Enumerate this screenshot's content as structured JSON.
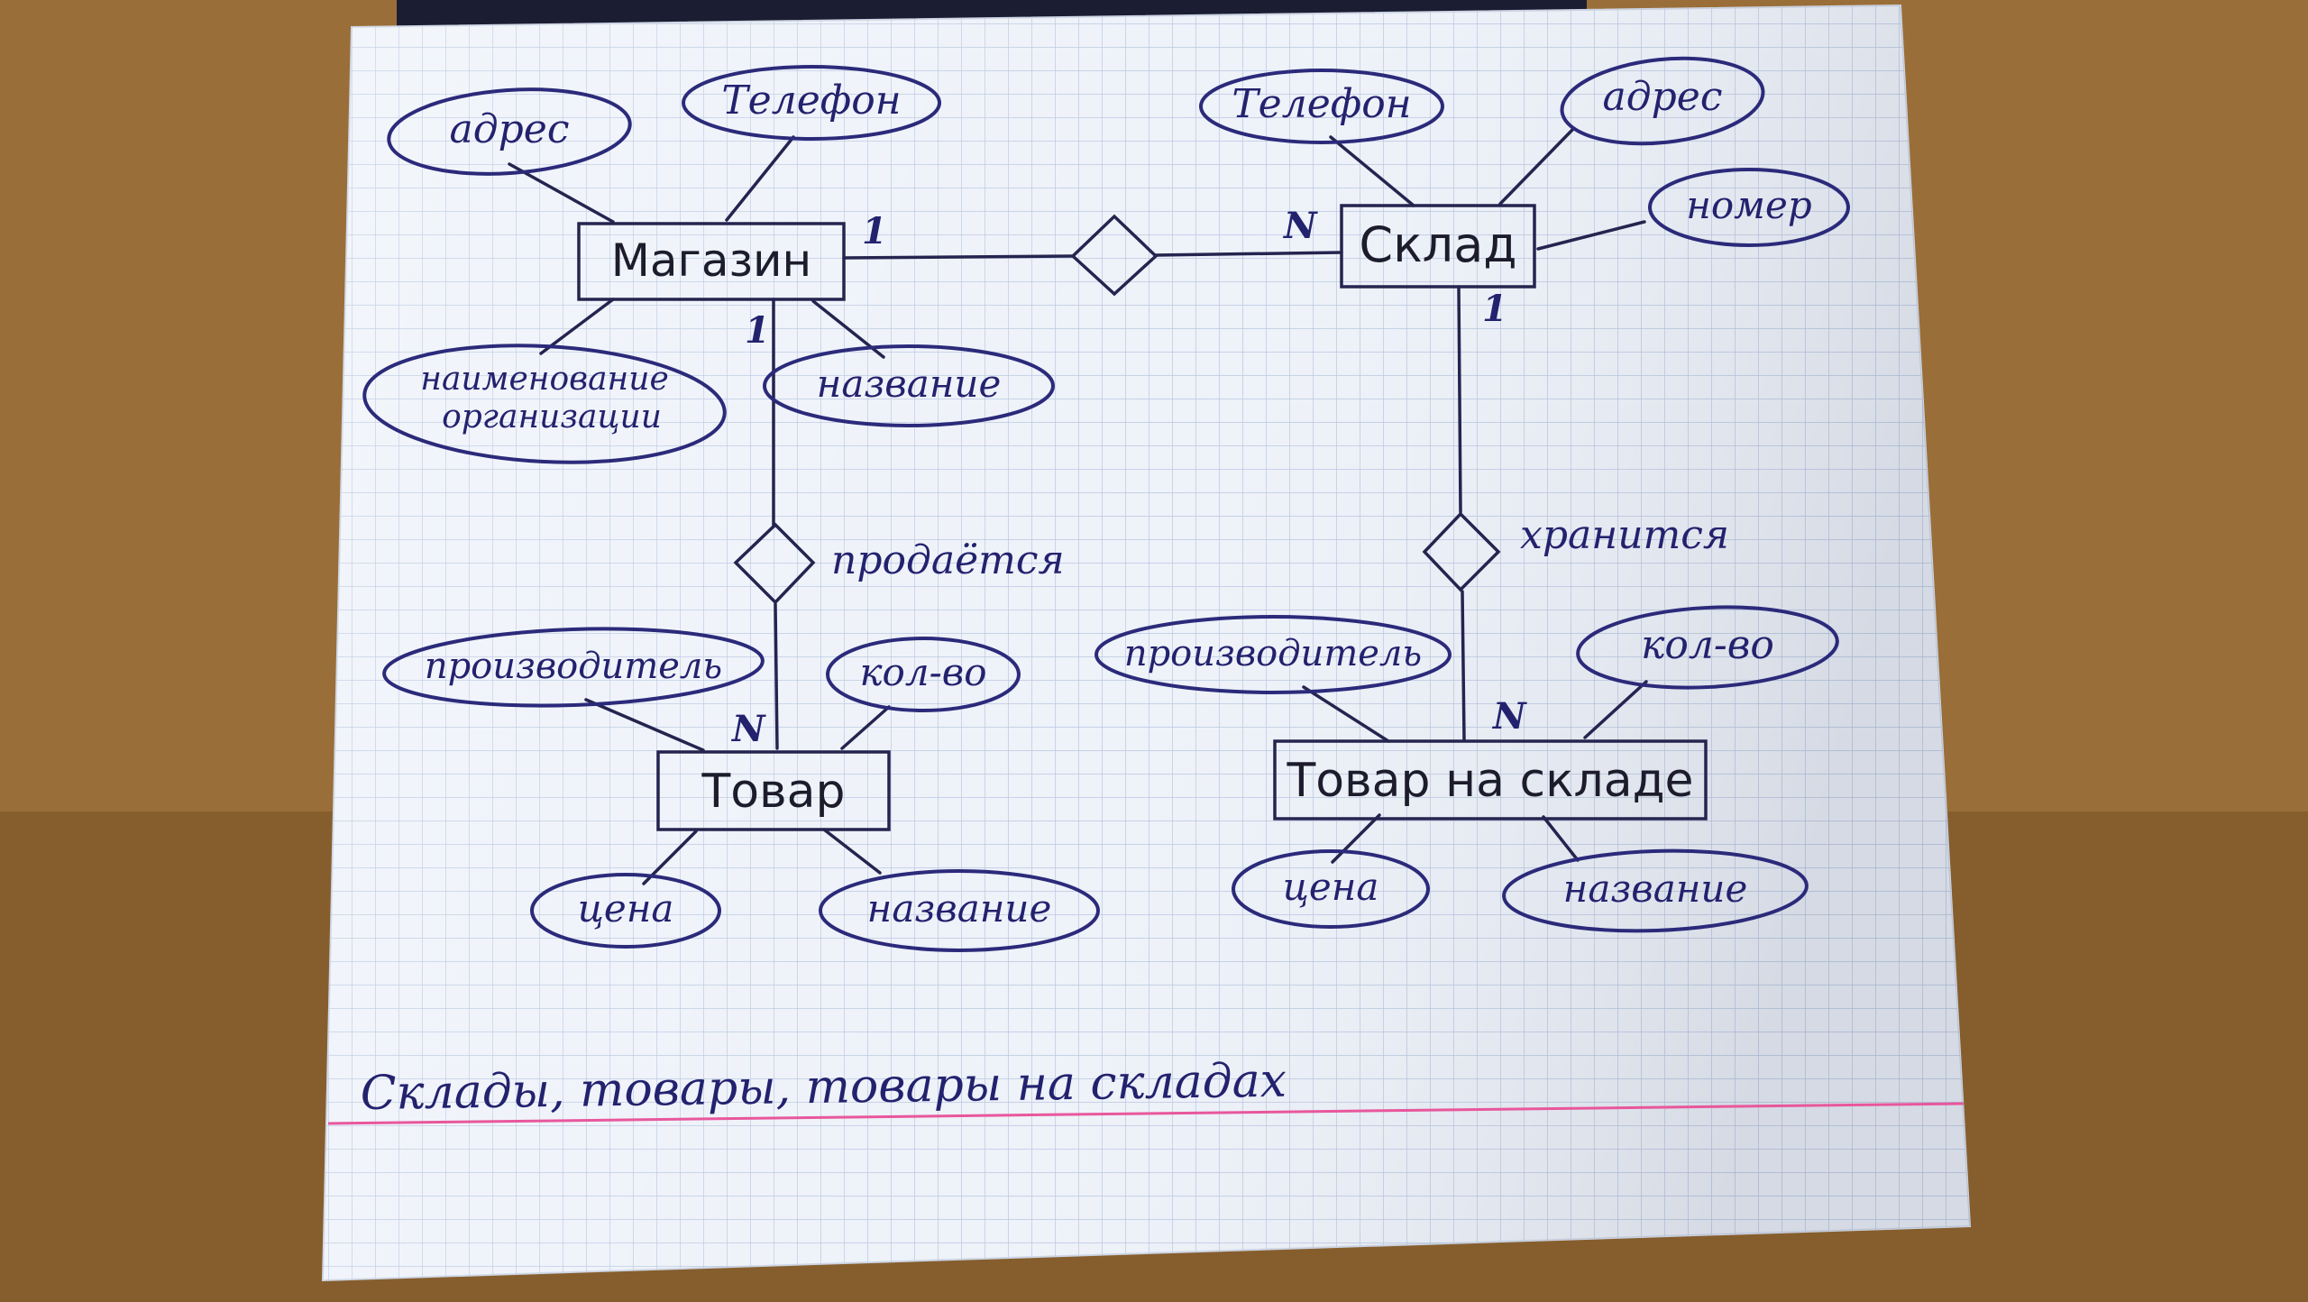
{
  "colors": {
    "desk": "#9a6e38",
    "paper": "#eef2f9",
    "grid": "#b9c7e2",
    "ink": "#23226e",
    "margin_line": "#e8579c"
  },
  "entities": {
    "magazin": "Магазин",
    "sklad": "Склад",
    "tovar": "Товар",
    "tovar_na_sklade": "Товар на складе"
  },
  "relationships": {
    "magazin_sklad": "",
    "prodaetsya": "продаётся",
    "hranitsya": "хранится"
  },
  "cardinalities": {
    "magazin_to_sklad": "1",
    "sklad_from_magazin": "N",
    "magazin_to_tovar": "1",
    "tovar_from_magazin": "N",
    "sklad_to_tovar_na_sklade": "1",
    "tovar_na_sklade_from_sklad": "N"
  },
  "attributes": {
    "magazin_adres": "адрес",
    "magazin_telefon": "Телефон",
    "magazin_naimenovanie": [
      "наименование",
      "организации"
    ],
    "magazin_nazvanie": "название",
    "sklad_telefon": "Телефон",
    "sklad_adres": "адрес",
    "sklad_nomer": "номер",
    "tovar_proizvoditel": "производитель",
    "tovar_kolvo": "кол-во",
    "tovar_cena": "цена",
    "tovar_nazvanie": "название",
    "tns_proizvoditel": "производитель",
    "tns_kolvo": "кол-во",
    "tns_cena": "цена",
    "tns_nazvanie": "название"
  },
  "footer_note": "Склады, товары, товары на складах"
}
